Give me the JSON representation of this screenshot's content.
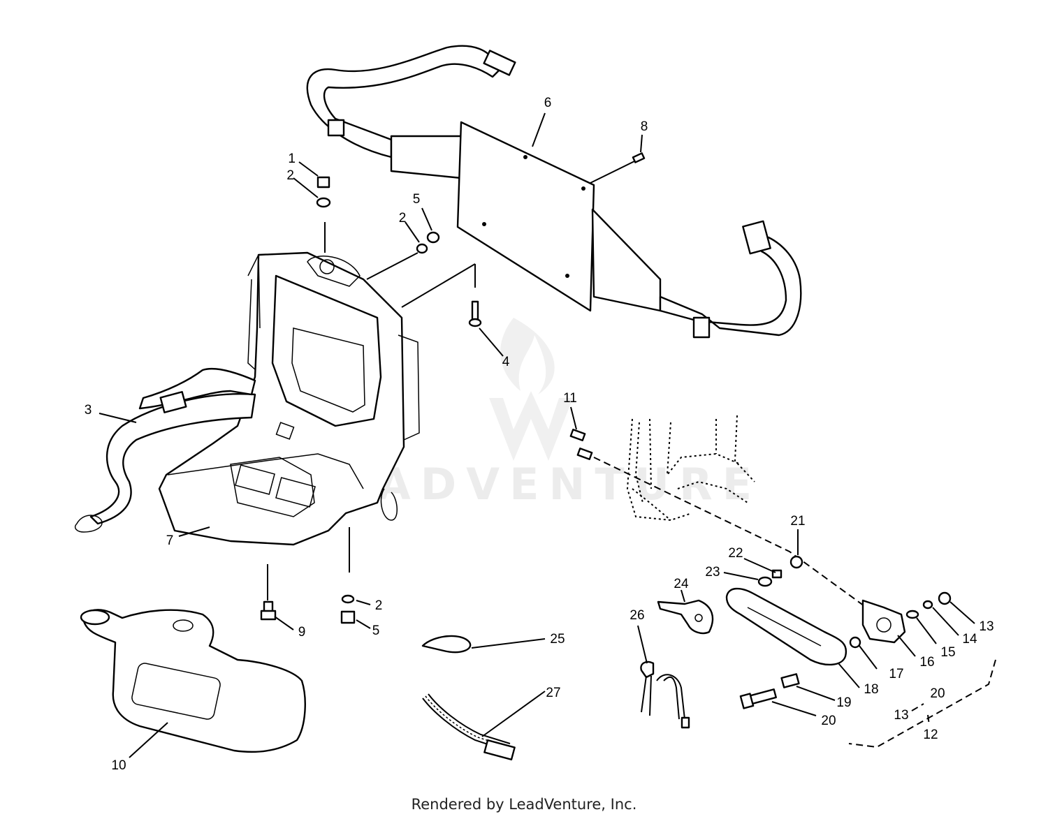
{
  "diagram": {
    "callouts": [
      "1",
      "2",
      "5",
      "2",
      "6",
      "8",
      "3",
      "4",
      "7",
      "9",
      "2",
      "5",
      "10",
      "25",
      "27",
      "11",
      "21",
      "22",
      "23",
      "24",
      "26",
      "13",
      "14",
      "15",
      "16",
      "17",
      "18",
      "19",
      "20",
      "13",
      "20",
      "12"
    ]
  },
  "watermark": {
    "text": "LEADVENTURE"
  },
  "footer": {
    "text": "Rendered by LeadVenture, Inc."
  }
}
